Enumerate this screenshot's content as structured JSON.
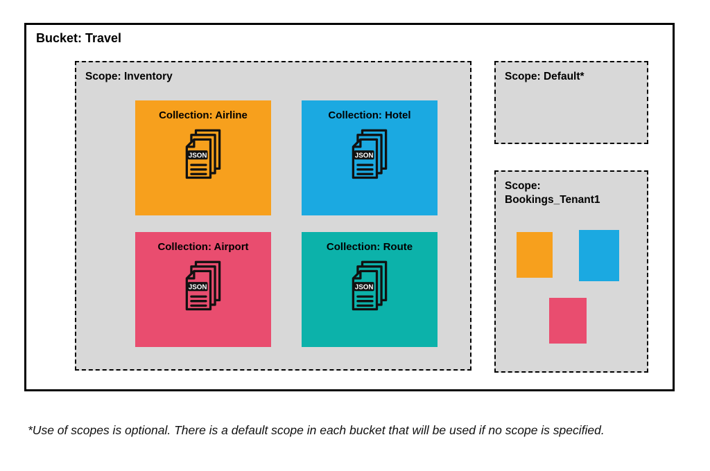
{
  "bucket": {
    "title": "Bucket: Travel"
  },
  "scopes": {
    "inventory": {
      "label": "Scope: Inventory",
      "collections": [
        {
          "label": "Collection: Airline",
          "color": "#F7A01D"
        },
        {
          "label": "Collection: Hotel",
          "color": "#1BA9E1"
        },
        {
          "label": "Collection: Airport",
          "color": "#E94D6F"
        },
        {
          "label": "Collection: Route",
          "color": "#0CB2AA"
        }
      ]
    },
    "default": {
      "label": "Scope: Default*"
    },
    "bookings": {
      "label_lines": [
        "Scope:",
        "Bookings_Tenant1"
      ],
      "squares": [
        {
          "color": "#F7A01D"
        },
        {
          "color": "#1BA9E1"
        },
        {
          "color": "#E94D6F"
        }
      ]
    }
  },
  "json_icon_label": "JSON",
  "footnote": "*Use of scopes is optional. There is a default scope in each bucket that will be used if no scope is specified.",
  "colors": {
    "scope_background": "#D8D8D8",
    "border": "#000000",
    "page_background": "#FFFFFF"
  }
}
